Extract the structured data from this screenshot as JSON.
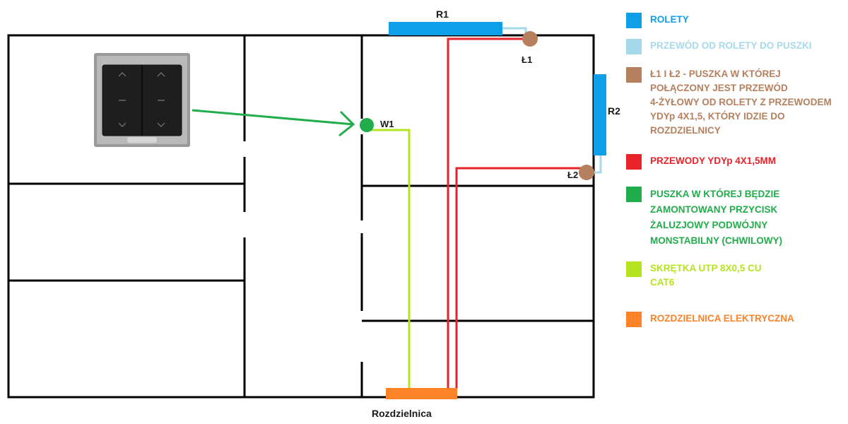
{
  "diagram": {
    "labels": {
      "r1": "R1",
      "r2": "R2",
      "l1": "Ł1",
      "l2": "Ł2",
      "w1": "W1",
      "rozdzielnica": "Rozdzielnica"
    },
    "switch": {
      "icon": "double-blind-switch-icon",
      "arrows": [
        "up",
        "down",
        "up",
        "down"
      ]
    }
  },
  "legend": {
    "items": [
      {
        "color": "#0f9ee8",
        "text": "ROLETY"
      },
      {
        "color": "#a6daea",
        "text": "PRZEWÓD OD ROLETY DO PUSZKI"
      },
      {
        "color": "#b67f5e",
        "text": "Ł1 I Ł2 - PUSZKA W KTÓREJ\nPOŁĄCZONY JEST PRZEWÓD\n4-ŻYŁOWY OD ROLETY Z PRZEWODEM\nYDYp 4X1,5, KTÓRY IDZIE DO\nROZDZIELNICY"
      },
      {
        "color": "#e8232a",
        "text": "PRZEWODY YDYp 4X1,5MM"
      },
      {
        "color": "#21ad4b",
        "text": "PUSZKA W KTÓREJ BĘDZIE\nZAMONTOWANY PRZYCISK\nŻALUZJOWY PODWÓJNY\nMONSTABILNY (CHWILOWY)"
      },
      {
        "color": "#b5e31d",
        "text": "SKRĘTKA UTP 8X0,5 CU\nCAT6"
      },
      {
        "color": "#fd8228",
        "text": "ROZDZIELNICA ELEKTRYCZNA"
      }
    ]
  }
}
